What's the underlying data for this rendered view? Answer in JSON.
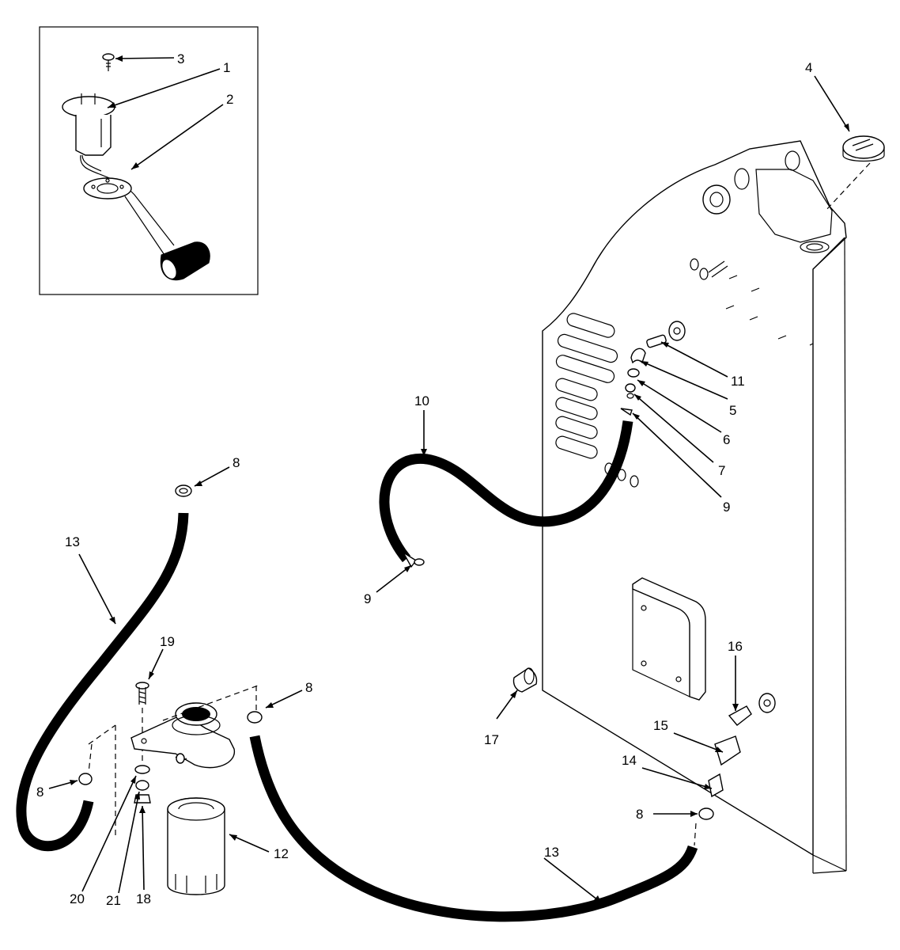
{
  "callouts": [
    "1",
    "2",
    "3",
    "4",
    "5",
    "6",
    "7",
    "8",
    "9",
    "10",
    "11",
    "12",
    "13",
    "14",
    "15",
    "16",
    "17",
    "18",
    "19",
    "20",
    "21"
  ],
  "labels": {
    "l3": "3",
    "l1": "1",
    "l2": "2",
    "l4": "4",
    "l11": "11",
    "l5": "5",
    "l6": "6",
    "l7": "7",
    "l9a": "9",
    "l10": "10",
    "l9b": "9",
    "l8a": "8",
    "l13a": "13",
    "l19": "19",
    "l8b": "8",
    "l8c": "8",
    "l12": "12",
    "l20": "20",
    "l21": "21",
    "l18": "18",
    "l16": "16",
    "l15": "15",
    "l14": "14",
    "l8d": "8",
    "l17": "17",
    "l13b": "13"
  },
  "colors": {
    "line": "#000000",
    "background": "#ffffff"
  }
}
